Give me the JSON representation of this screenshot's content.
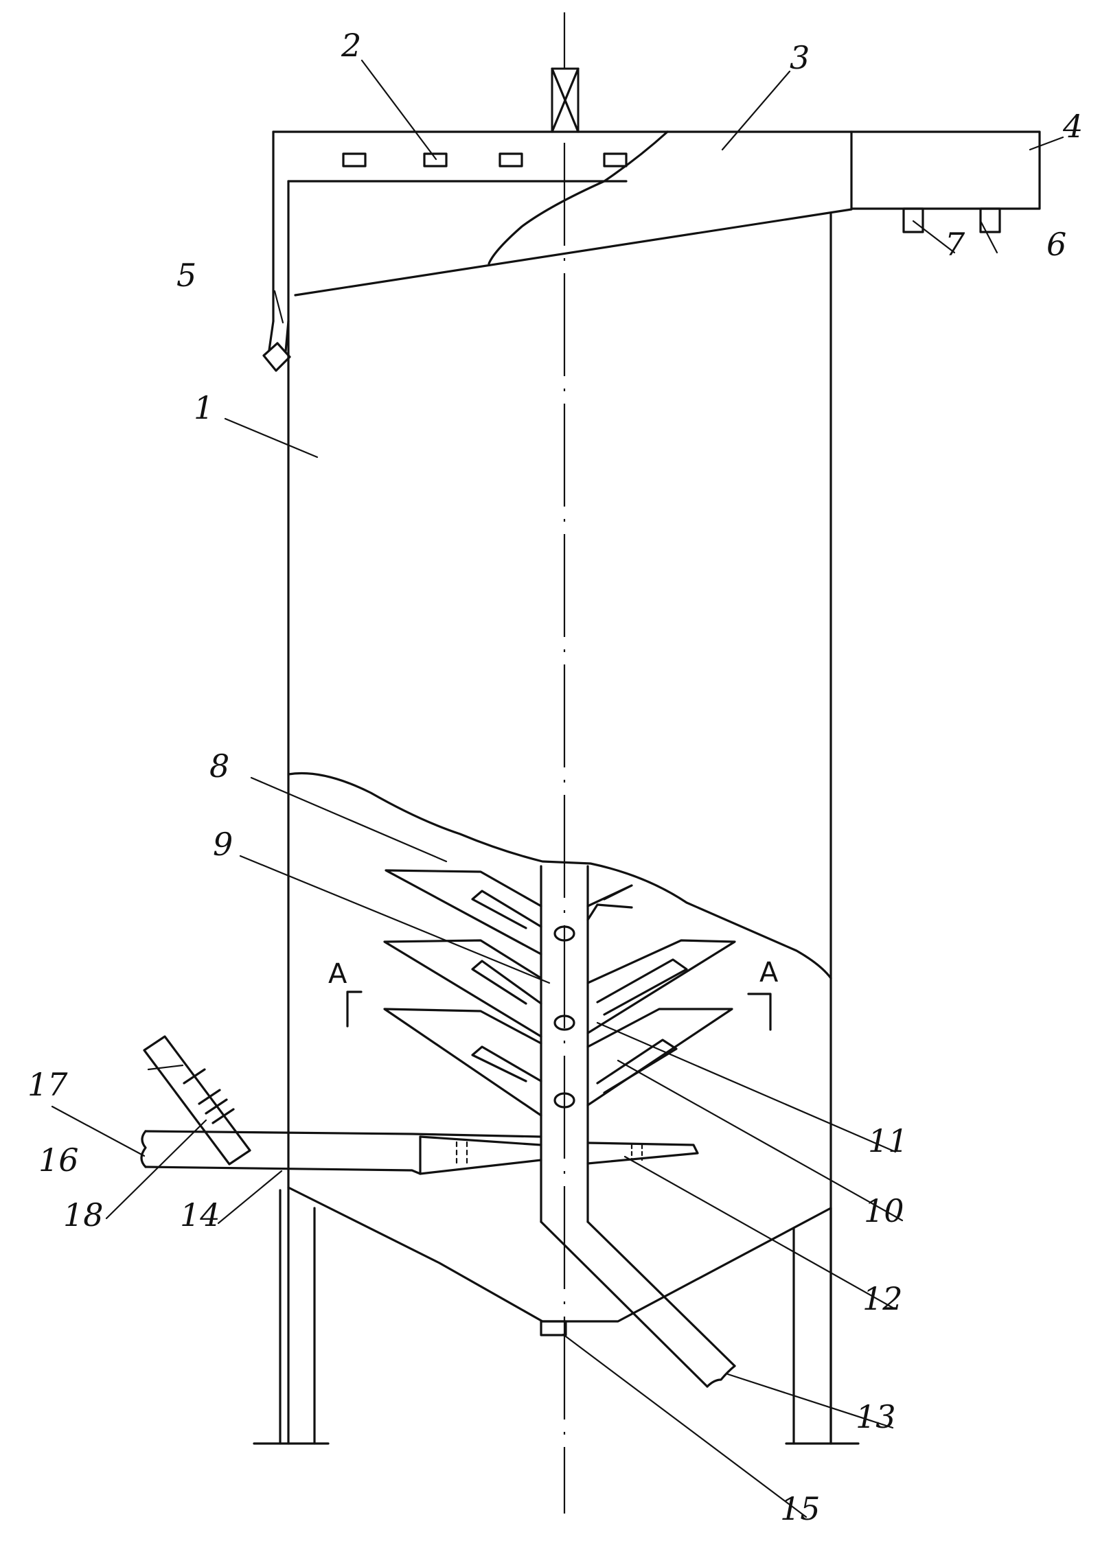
{
  "labels": [
    {
      "id": "1",
      "text": "1"
    },
    {
      "id": "2",
      "text": "2"
    },
    {
      "id": "3",
      "text": "3"
    },
    {
      "id": "4",
      "text": "4"
    },
    {
      "id": "5",
      "text": "5"
    },
    {
      "id": "6",
      "text": "6"
    },
    {
      "id": "7",
      "text": "7"
    },
    {
      "id": "8",
      "text": "8"
    },
    {
      "id": "9",
      "text": "9"
    },
    {
      "id": "10",
      "text": "10"
    },
    {
      "id": "11",
      "text": "11"
    },
    {
      "id": "12",
      "text": "12"
    },
    {
      "id": "13",
      "text": "13"
    },
    {
      "id": "14",
      "text": "14"
    },
    {
      "id": "15",
      "text": "15"
    },
    {
      "id": "16",
      "text": "16"
    },
    {
      "id": "17",
      "text": "17"
    },
    {
      "id": "18",
      "text": "18"
    }
  ],
  "section_marks": {
    "left": "A",
    "right": "A"
  },
  "colors": {
    "ink": "#111111",
    "paper": "#ffffff"
  }
}
